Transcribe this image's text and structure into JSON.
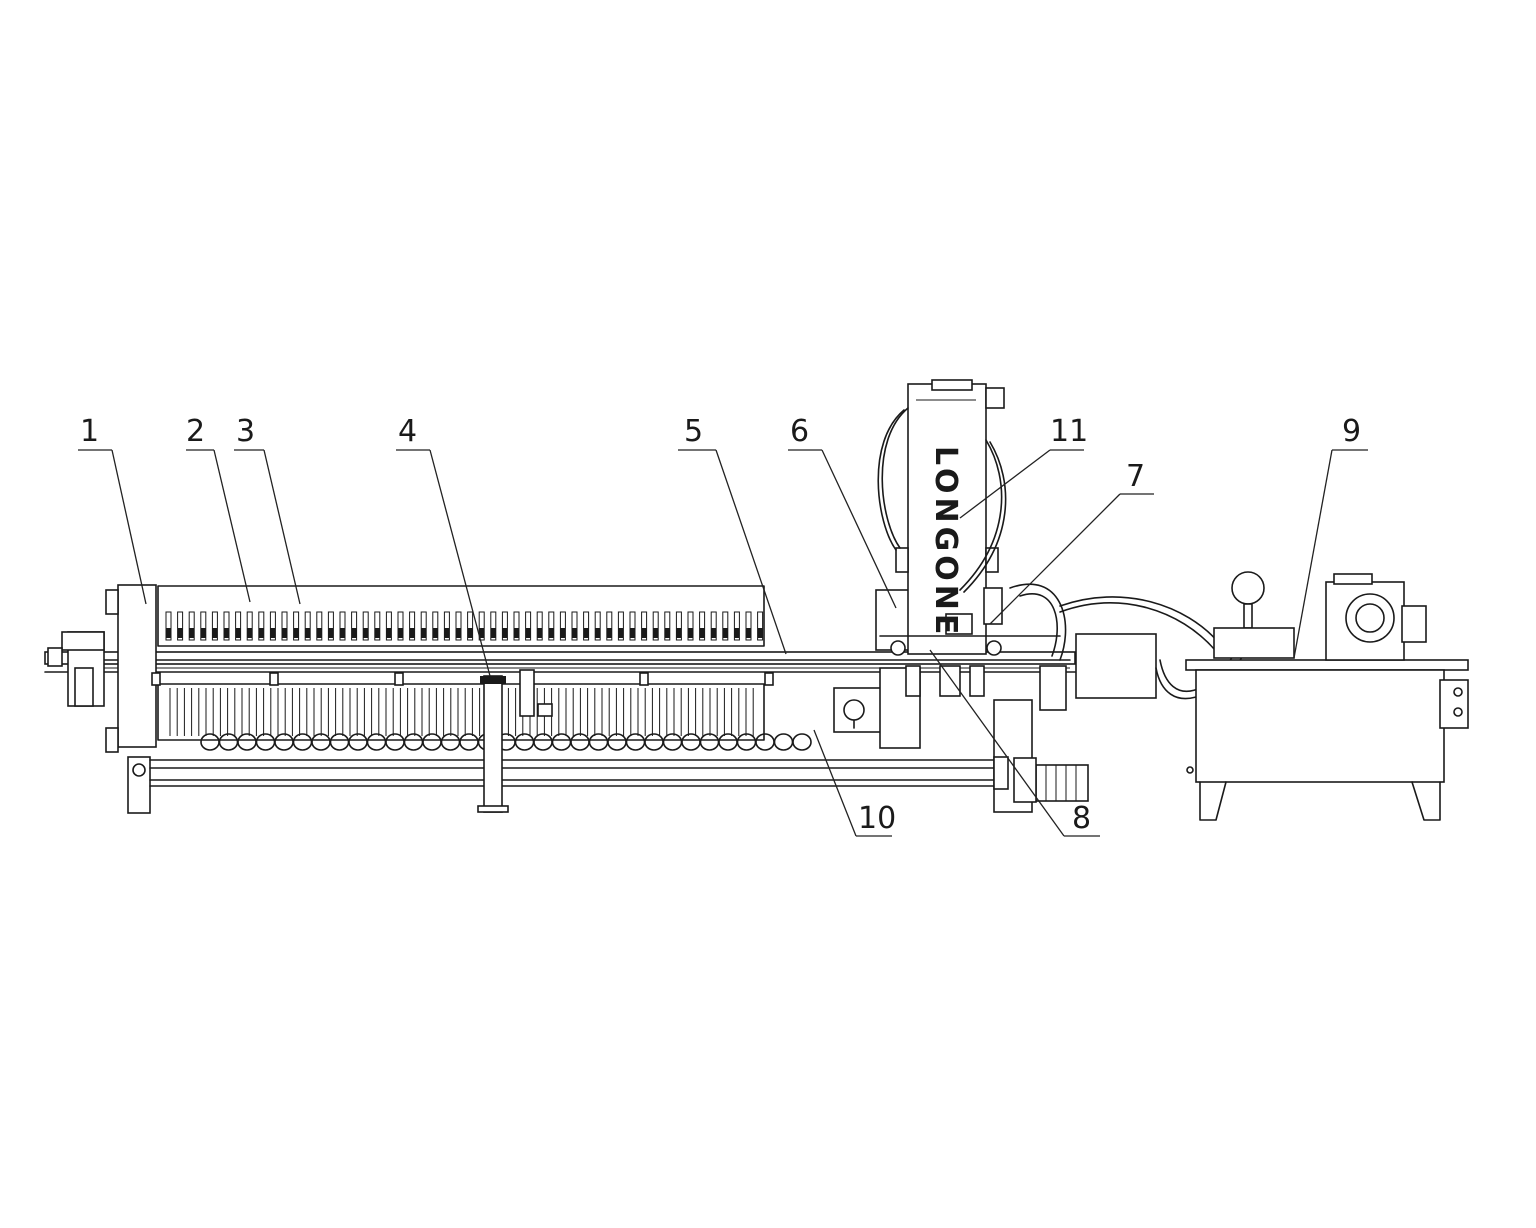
{
  "callouts": [
    {
      "id": "1",
      "label": "1"
    },
    {
      "id": "2",
      "label": "2"
    },
    {
      "id": "3",
      "label": "3"
    },
    {
      "id": "4",
      "label": "4"
    },
    {
      "id": "5",
      "label": "5"
    },
    {
      "id": "6",
      "label": "6"
    },
    {
      "id": "7",
      "label": "7"
    },
    {
      "id": "8",
      "label": "8"
    },
    {
      "id": "9",
      "label": "9"
    },
    {
      "id": "10",
      "label": "10"
    },
    {
      "id": "11",
      "label": "11"
    }
  ],
  "brand_text": "LONGONE"
}
